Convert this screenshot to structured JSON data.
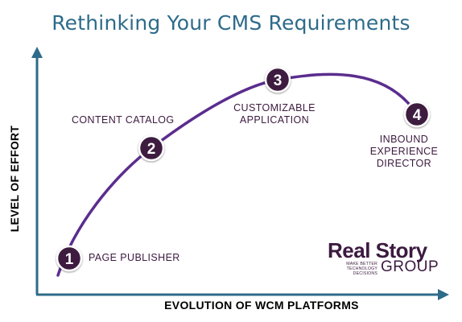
{
  "title": "Rethinking Your CMS Requirements",
  "axes": {
    "y_label": "LEVEL OF EFFORT",
    "x_label": "EVOLUTION OF WCM PLATFORMS"
  },
  "stages": [
    {
      "number": "1",
      "label": "PAGE PUBLISHER"
    },
    {
      "number": "2",
      "label": "CONTENT CATALOG"
    },
    {
      "number": "3",
      "label": "CUSTOMIZABLE APPLICATION"
    },
    {
      "number": "4",
      "label": "INBOUND EXPERIENCE DIRECTOR"
    }
  ],
  "logo": {
    "name_top": "Real Story",
    "tagline": "MAKE BETTER TECHNOLOGY DECISIONS",
    "name_bottom": "GROUP"
  },
  "colors": {
    "title": "#2e6b8a",
    "axis": "#2e6b8a",
    "curve": "#5b2d8e",
    "marker_fill": "#3c1a3f",
    "marker_ring": "#ffffff",
    "label_text": "#3c1a3f"
  }
}
